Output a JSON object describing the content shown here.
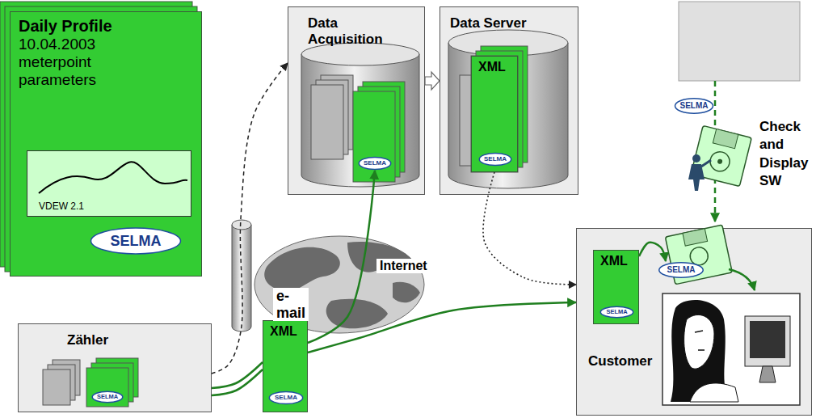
{
  "diagram": {
    "nodes": [
      {
        "text": [
          "Daily Profile",
          "10.04.2003 meterpoint parameters"
        ]
      },
      {
        "text": [
          "VDEW 2.1"
        ],
        "in": 0
      },
      {
        "text": [
          "SELMA"
        ],
        "in": 0
      },
      {
        "text": [
          "Data Acquisition"
        ]
      },
      {
        "text": [
          "SELMA"
        ],
        "in": 3
      },
      {
        "text": [
          "Data Server"
        ]
      },
      {
        "text": [
          "XML"
        ],
        "in": 5
      },
      {
        "text": [
          "SELMA"
        ],
        "in": 6
      },
      {
        "text": [
          "SELMA"
        ]
      },
      {
        "text": [
          "Zähler"
        ]
      },
      {
        "text": [
          "SELMA"
        ],
        "in": 9
      },
      {
        "text": [
          "XML"
        ]
      },
      {
        "text": [
          "SELMA"
        ],
        "in": 11
      },
      {
        "text": [
          "Customer"
        ]
      },
      {
        "text": [
          "XML"
        ],
        "in": 13
      },
      {
        "text": [
          "SELMA"
        ],
        "in": 14
      },
      {
        "text": [
          "SELMA"
        ],
        "in": 13
      }
    ],
    "edges": [
      {
        "from": 9,
        "to": 3,
        "arrow": "to"
      },
      {
        "from": 9,
        "to": 11,
        "arrow": "none"
      },
      {
        "from": 11,
        "to": 4,
        "arrow": "to"
      },
      {
        "from": 11,
        "to": 13,
        "arrow": "to"
      },
      {
        "from": 3,
        "to": 5,
        "arrow": "to"
      },
      {
        "from": 6,
        "to": 13,
        "arrow": "to"
      },
      {
        "from": 14,
        "to": 16,
        "arrow": "to"
      }
    ],
    "labels": [
      "Internet",
      "e-mail",
      "Check and Display SW"
    ]
  }
}
